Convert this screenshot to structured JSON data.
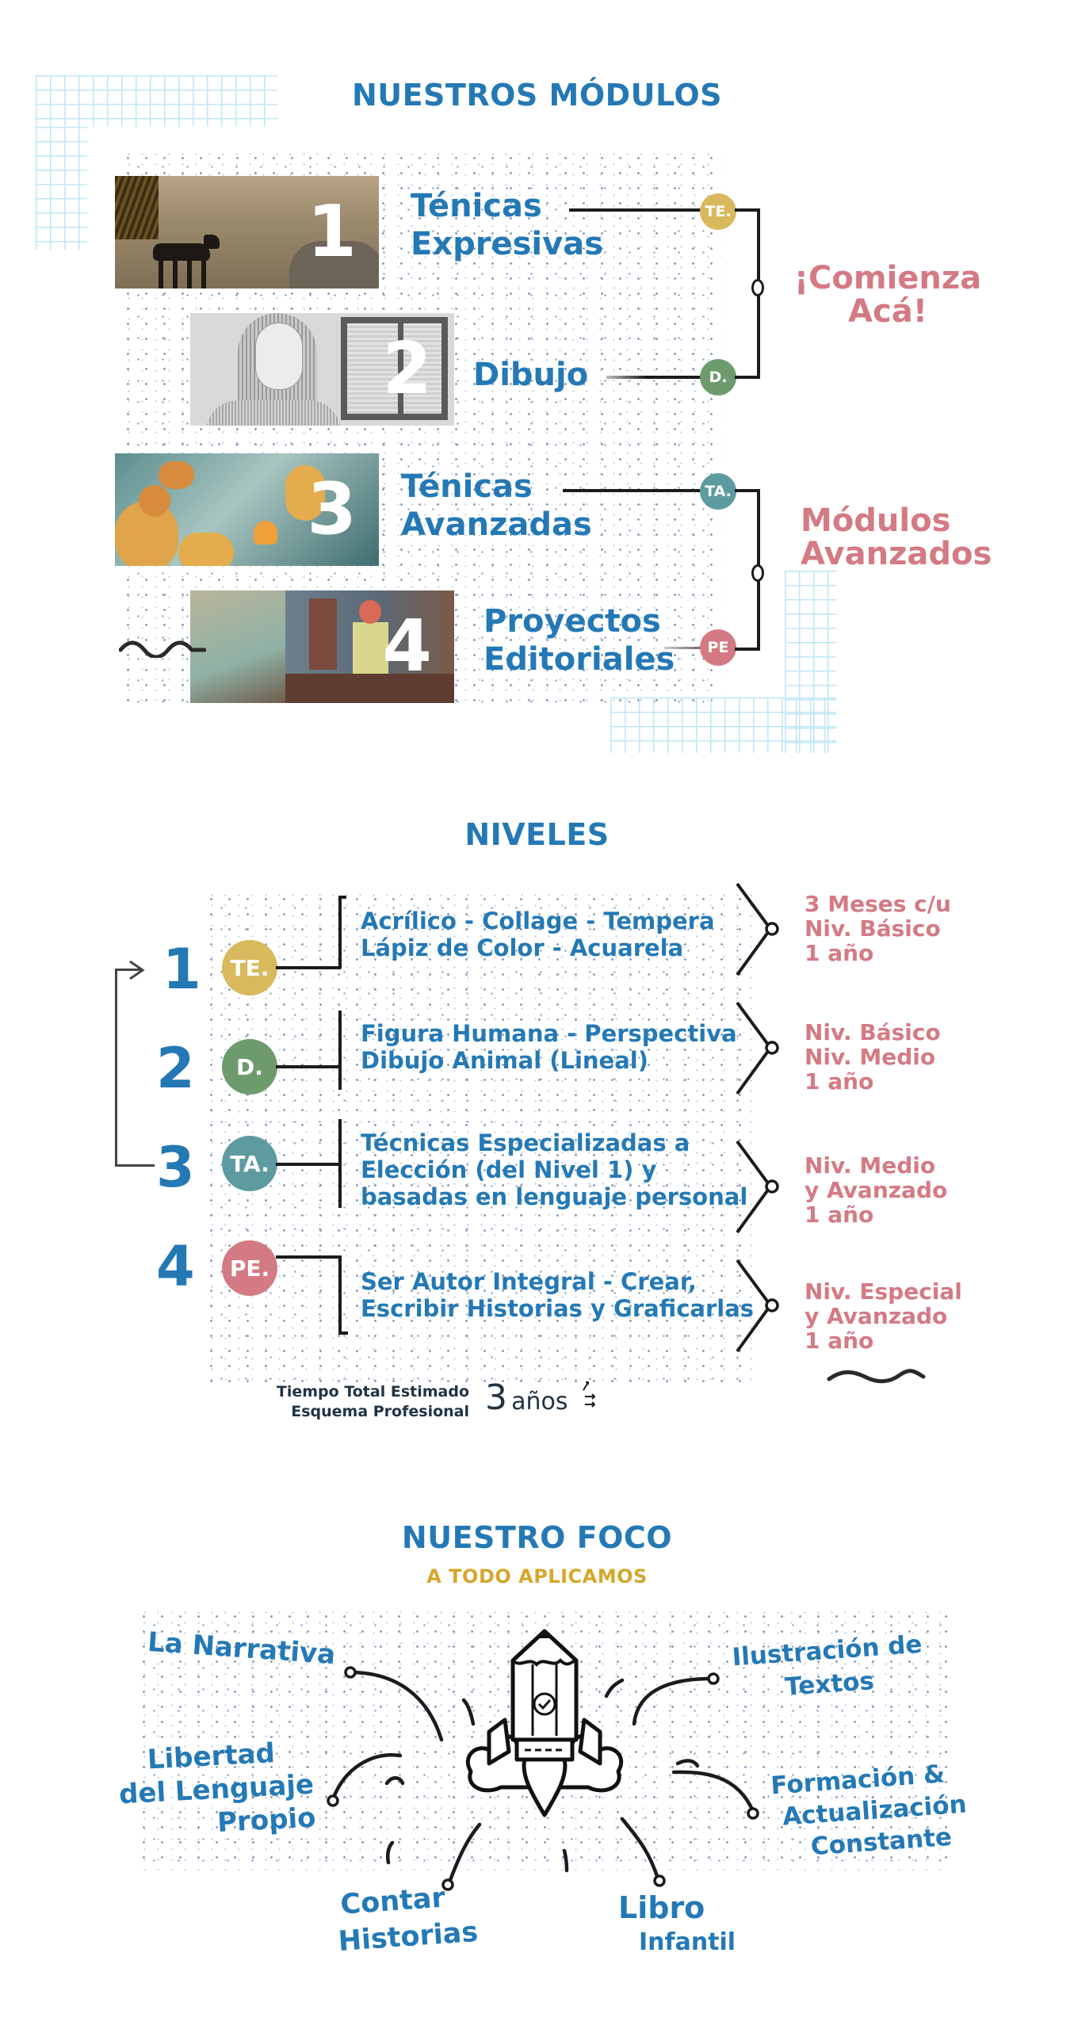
{
  "modulos": {
    "title": "NUESTROS MÓDULOS",
    "items": [
      {
        "number": "1",
        "title_line1": "Ténicas",
        "title_line2": "Expresivas",
        "badge": "TE.",
        "badge_color": "#d8b95c",
        "image": "wolf-landscape-illustration"
      },
      {
        "number": "2",
        "title_line1": "Dibujo",
        "title_line2": "",
        "badge": "D.",
        "badge_color": "#6e9b6e",
        "image": "pencil-portrait-drawing"
      },
      {
        "number": "3",
        "title_line1": "Ténicas",
        "title_line2": "Avanzadas",
        "badge": "TA.",
        "badge_color": "#5e9ba0",
        "image": "mice-watercolor-illustration"
      },
      {
        "number": "4",
        "title_line1": "Proyectos",
        "title_line2": "Editoriales",
        "badge": "PE",
        "badge_color": "#d47a84",
        "image": "editorial-painting-collage"
      }
    ],
    "group1_label_line1": "¡Comienza",
    "group1_label_line2": "Acá!",
    "group2_label_line1": "Módulos",
    "group2_label_line2": "Avanzados"
  },
  "niveles": {
    "title": "NIVELES",
    "items": [
      {
        "number": "1",
        "badge": "TE.",
        "badge_color": "#d8b95c",
        "lines": [
          "Acrílico - Collage - Tempera",
          "Lápiz de Color - Acuarela"
        ],
        "meta": [
          "3 Meses c/u",
          "Niv. Básico",
          "1 año"
        ]
      },
      {
        "number": "2",
        "badge": "D.",
        "badge_color": "#6e9b6e",
        "lines": [
          "Figura Humana - Perspectiva",
          "Dibujo Animal (Lineal)"
        ],
        "meta": [
          "Niv. Básico",
          "Niv. Medio",
          "1 año"
        ]
      },
      {
        "number": "3",
        "badge": "TA.",
        "badge_color": "#5e9ba0",
        "lines": [
          "Técnicas Especializadas a",
          "Elección (del Nivel 1) y",
          "basadas en lenguaje personal"
        ],
        "meta": [
          "Niv. Medio",
          "y Avanzado",
          "1 año"
        ]
      },
      {
        "number": "4",
        "badge": "PE.",
        "badge_color": "#d47a84",
        "lines": [
          "Ser Autor Integral - Crear,",
          "Escribir Historias y Graficarlas"
        ],
        "meta": [
          "Niv. Especial",
          "y Avanzado",
          "1 año"
        ]
      }
    ],
    "total_label_line1": "Tiempo Total Estimado",
    "total_label_line2": "Esquema Profesional",
    "total_value_number": "3",
    "total_value_unit": "años"
  },
  "foco": {
    "title": "NUESTRO FOCO",
    "subtitle": "A TODO APLICAMOS",
    "items": {
      "narrativa": "La Narrativa",
      "ilustracion_1": "Ilustración de",
      "ilustracion_2": "Textos",
      "libertad_1": "Libertad",
      "libertad_2": "del Lenguaje",
      "libertad_3": "Propio",
      "formacion_1": "Formación &",
      "formacion_2": "Actualización",
      "formacion_3": "Constante",
      "contar_1": "Contar",
      "contar_2": "Historias",
      "libro_1": "Libro",
      "libro_2": "Infantil"
    },
    "icon": "pencil-rocket-icon"
  },
  "colors": {
    "primary_blue": "#2479b5",
    "accent_pink": "#d47a84",
    "accent_gold": "#d4a72c",
    "grid_blue": "#bfe6f7"
  }
}
